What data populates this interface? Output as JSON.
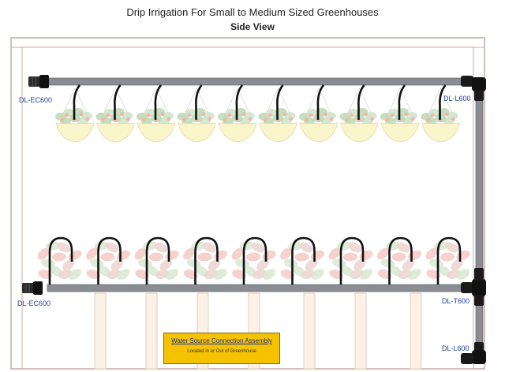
{
  "header": {
    "title": "Drip Irrigation For Small to Medium Sized Greenhouses",
    "subtitle": "Side View"
  },
  "labels": {
    "top_left": "DL-EC600",
    "top_right": "DL-L600",
    "bottom_left": "DL-EC600",
    "mid_right": "DL-T600",
    "bottom_right": "DL-L600"
  },
  "source_box": {
    "title": "Water Source Connection Assembly",
    "note": "Located in or Out of Greenhouse"
  },
  "counts": {
    "hanging_baskets": 10,
    "floor_plants": 9
  }
}
